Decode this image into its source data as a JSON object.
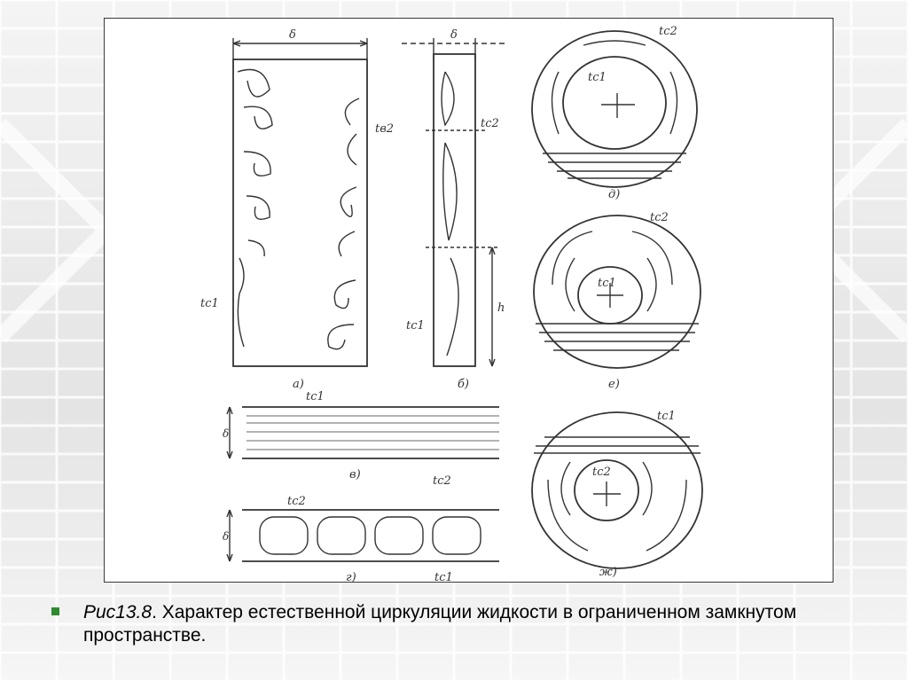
{
  "slide": {
    "accent_color": "#2e8b2e",
    "caption": {
      "figure_number": "Рис13.8",
      "text": ". Характер естественной циркуляции жидкости в ограниченном замкнутом  пространстве."
    }
  },
  "figure": {
    "panels": {
      "a": {
        "label": "а)",
        "width_symbol": "δ",
        "temp_left": "tс1",
        "temp_right": "tв2"
      },
      "b": {
        "label": "б)",
        "width_symbol": "δ",
        "temp_right": "tс2",
        "temp_left": "tс1",
        "height_symbol": "h"
      },
      "v": {
        "label": "в)",
        "thickness_symbol": "δ",
        "temp_top": "tс1",
        "temp_bottom": "tс2"
      },
      "g": {
        "label": "г)",
        "thickness_symbol": "δ",
        "temp_top": "tс2",
        "temp_bottom": "tс1"
      },
      "d": {
        "label": "д)",
        "temp_outer": "tс2",
        "temp_inner": "tс1"
      },
      "e": {
        "label": "е)",
        "temp_outer": "tс2",
        "temp_inner": "tс1"
      },
      "zh": {
        "label": "ж)",
        "temp_outer": "tс1",
        "temp_inner": "tс2"
      }
    }
  }
}
